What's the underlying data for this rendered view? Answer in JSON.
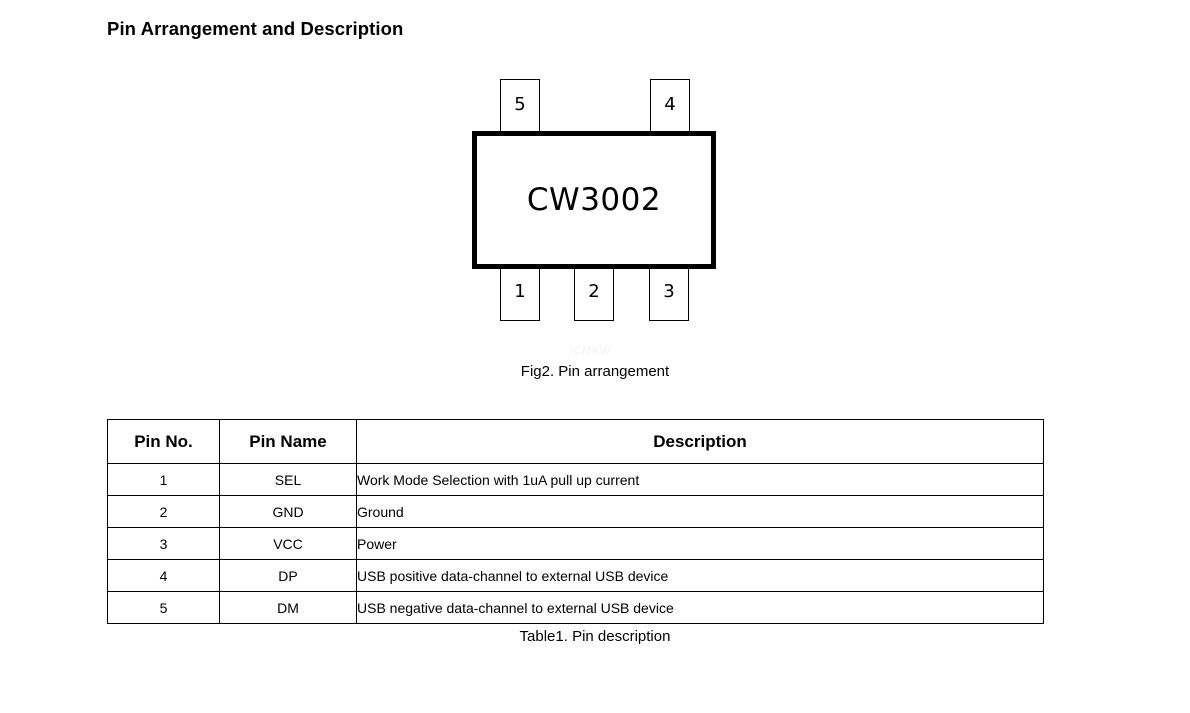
{
  "document": {
    "title": "Pin Arrangement and Description"
  },
  "figure": {
    "chip_label": "CW3002",
    "watermark": "ICMKW",
    "caption": "Fig2. Pin arrangement",
    "pins": [
      {
        "number": "5",
        "side": "top",
        "id": "pin-5"
      },
      {
        "number": "4",
        "side": "top",
        "id": "pin-4"
      },
      {
        "number": "1",
        "side": "bottom",
        "id": "pin-1"
      },
      {
        "number": "2",
        "side": "bottom",
        "id": "pin-2"
      },
      {
        "number": "3",
        "side": "bottom",
        "id": "pin-3"
      }
    ]
  },
  "table": {
    "caption": "Table1. Pin description",
    "headers": {
      "pin_no": "Pin No.",
      "pin_name": "Pin Name",
      "description": "Description"
    },
    "rows": [
      {
        "no": "1",
        "name": "SEL",
        "description": "Work Mode Selection with 1uA pull up current"
      },
      {
        "no": "2",
        "name": "GND",
        "description": "Ground"
      },
      {
        "no": "3",
        "name": "VCC",
        "description": "Power"
      },
      {
        "no": "4",
        "name": "DP",
        "description": "USB positive data-channel to external USB device"
      },
      {
        "no": "5",
        "name": "DM",
        "description": "USB negative data-channel to external USB device"
      }
    ]
  },
  "colors": {
    "ink": "#000000",
    "page": "#ffffff",
    "watermark": "#f1f1f4"
  }
}
